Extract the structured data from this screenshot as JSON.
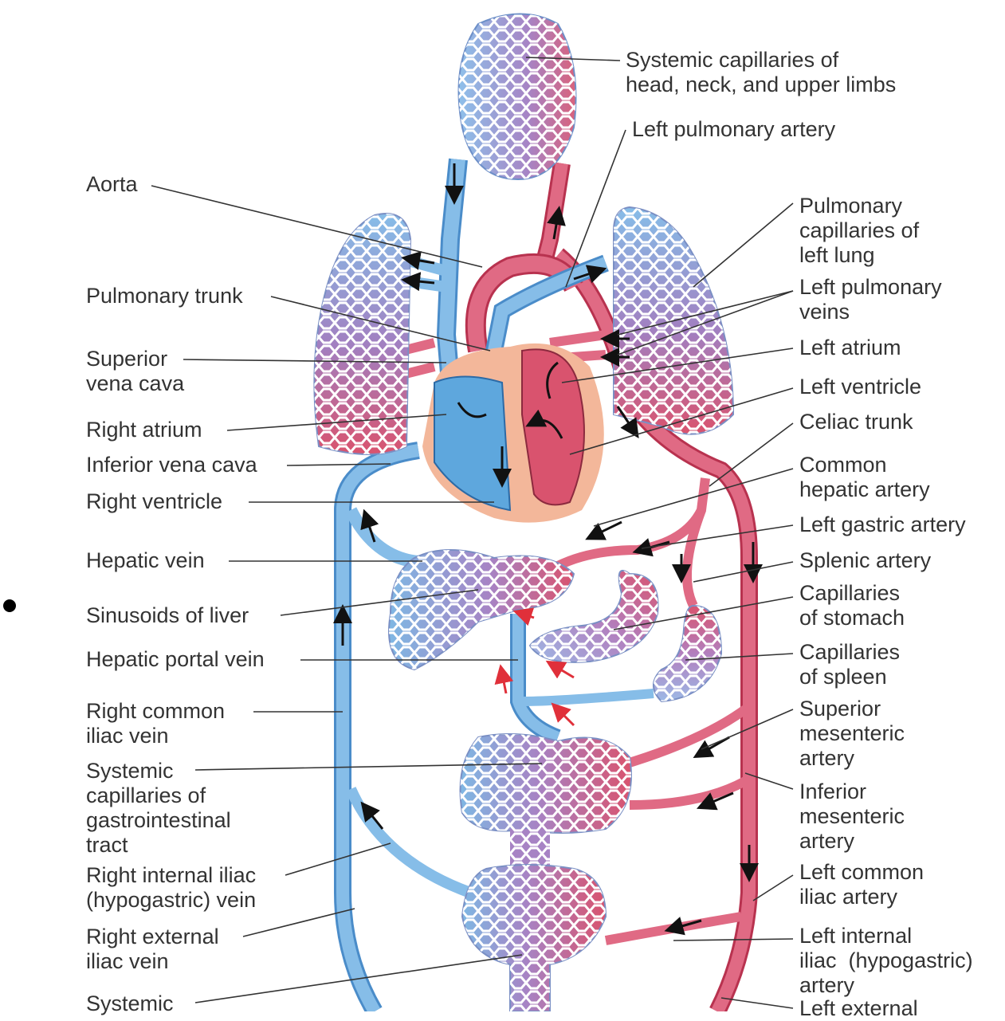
{
  "diagram": {
    "colors": {
      "venous_blue": "#7fb7e3",
      "venous_dark": "#4a8cc9",
      "arterial_red": "#d9536e",
      "arterial_dark": "#b8324f",
      "mixed_purple": "#a27fc0",
      "heart_outline": "#f3b79a",
      "leader_line": "#333333"
    },
    "labels_left": [
      {
        "id": "aorta",
        "text": "Aorta"
      },
      {
        "id": "pulmonary-trunk",
        "text": "Pulmonary trunk"
      },
      {
        "id": "superior-vena-cava",
        "text": "Superior\nvena cava"
      },
      {
        "id": "right-atrium",
        "text": "Right atrium"
      },
      {
        "id": "inferior-vena-cava",
        "text": "Inferior vena cava"
      },
      {
        "id": "right-ventricle",
        "text": "Right ventricle"
      },
      {
        "id": "hepatic-vein",
        "text": "Hepatic vein"
      },
      {
        "id": "sinusoids-of-liver",
        "text": "Sinusoids of liver"
      },
      {
        "id": "hepatic-portal-vein",
        "text": "Hepatic portal vein"
      },
      {
        "id": "right-common-iliac-vein",
        "text": "Right common\niliac vein"
      },
      {
        "id": "systemic-capillaries-gi",
        "text": "Systemic\ncapillaries of\ngastrointestinal\ntract"
      },
      {
        "id": "right-internal-iliac-vein",
        "text": "Right internal iliac\n(hypogastric) vein"
      },
      {
        "id": "right-external-iliac-vein",
        "text": "Right external\niliac vein"
      },
      {
        "id": "systemic-bottom",
        "text": "Systemic"
      }
    ],
    "labels_right": [
      {
        "id": "systemic-capillaries-head",
        "text": "Systemic capillaries of\nhead, neck, and upper limbs"
      },
      {
        "id": "left-pulmonary-artery",
        "text": "Left pulmonary artery"
      },
      {
        "id": "pulmonary-capillaries-left-lung",
        "text": "Pulmonary\ncapillaries of\nleft lung"
      },
      {
        "id": "left-pulmonary-veins",
        "text": "Left pulmonary\nveins"
      },
      {
        "id": "left-atrium",
        "text": "Left atrium"
      },
      {
        "id": "left-ventricle",
        "text": "Left ventricle"
      },
      {
        "id": "celiac-trunk",
        "text": "Celiac trunk"
      },
      {
        "id": "common-hepatic-artery",
        "text": "Common\nhepatic artery"
      },
      {
        "id": "left-gastric-artery",
        "text": "Left gastric artery"
      },
      {
        "id": "splenic-artery",
        "text": "Splenic artery"
      },
      {
        "id": "capillaries-of-stomach",
        "text": "Capillaries\nof stomach"
      },
      {
        "id": "capillaries-of-spleen",
        "text": "Capillaries\nof spleen"
      },
      {
        "id": "superior-mesenteric-artery",
        "text": "Superior\nmesenteric\nartery"
      },
      {
        "id": "inferior-mesenteric-artery",
        "text": "Inferior\nmesenteric\nartery"
      },
      {
        "id": "left-common-iliac-artery",
        "text": "Left common\niliac artery"
      },
      {
        "id": "left-internal-iliac-artery",
        "text": "Left internal\niliac  (hypogastric)\nartery"
      },
      {
        "id": "left-external-cut",
        "text": "Left external"
      }
    ]
  }
}
